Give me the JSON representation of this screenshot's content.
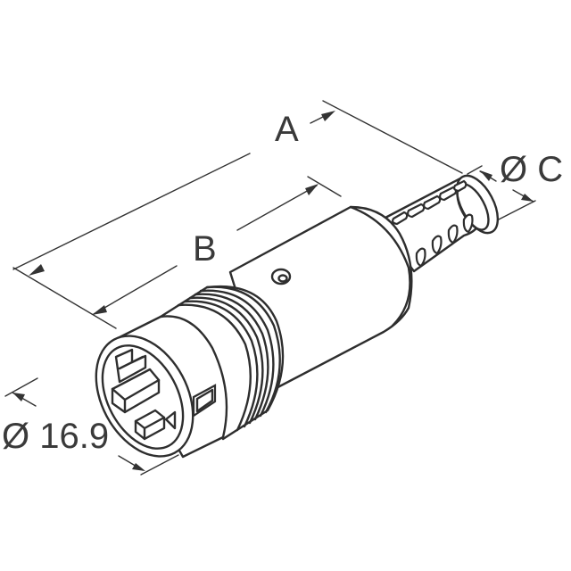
{
  "figure": {
    "subject": "circular connector plug with cable strain relief",
    "line_color": "#333333",
    "background": "#ffffff"
  },
  "dimensions": {
    "overall_length": {
      "label": "A"
    },
    "body_length": {
      "label": "B"
    },
    "cable_diameter": {
      "label": "Ø C"
    },
    "front_diameter": {
      "label": "Ø 16.9"
    }
  }
}
